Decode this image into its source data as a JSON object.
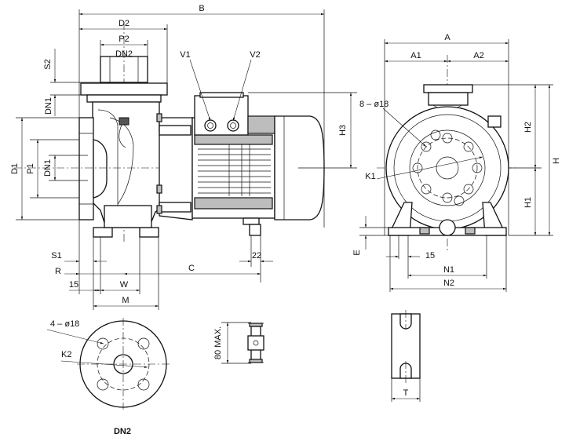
{
  "drawing": {
    "dim_labels": {
      "B": "B",
      "D2": "D2",
      "P2": "P2",
      "DN2": "DN2",
      "S2": "S2",
      "V1": "V1",
      "V2": "V2",
      "H3": "H3",
      "D1": "D1",
      "P1": "P1",
      "DN1": "DN1",
      "S1": "S1",
      "R": "R",
      "C": "C",
      "W": "W",
      "M": "M",
      "n15a": "15",
      "n22": "22",
      "A": "A",
      "A1": "A1",
      "A2": "A2",
      "H2": "H2",
      "H": "H",
      "H1": "H1",
      "K1": "K1",
      "holes_motor": "8 – ø18",
      "E": "E",
      "n15b": "15",
      "N1": "N1",
      "N2": "N2",
      "T": "T",
      "holes_flange": "4 – ø18",
      "K2": "K2",
      "max80": "80 MAX.",
      "flange_caption": "DN2"
    }
  }
}
